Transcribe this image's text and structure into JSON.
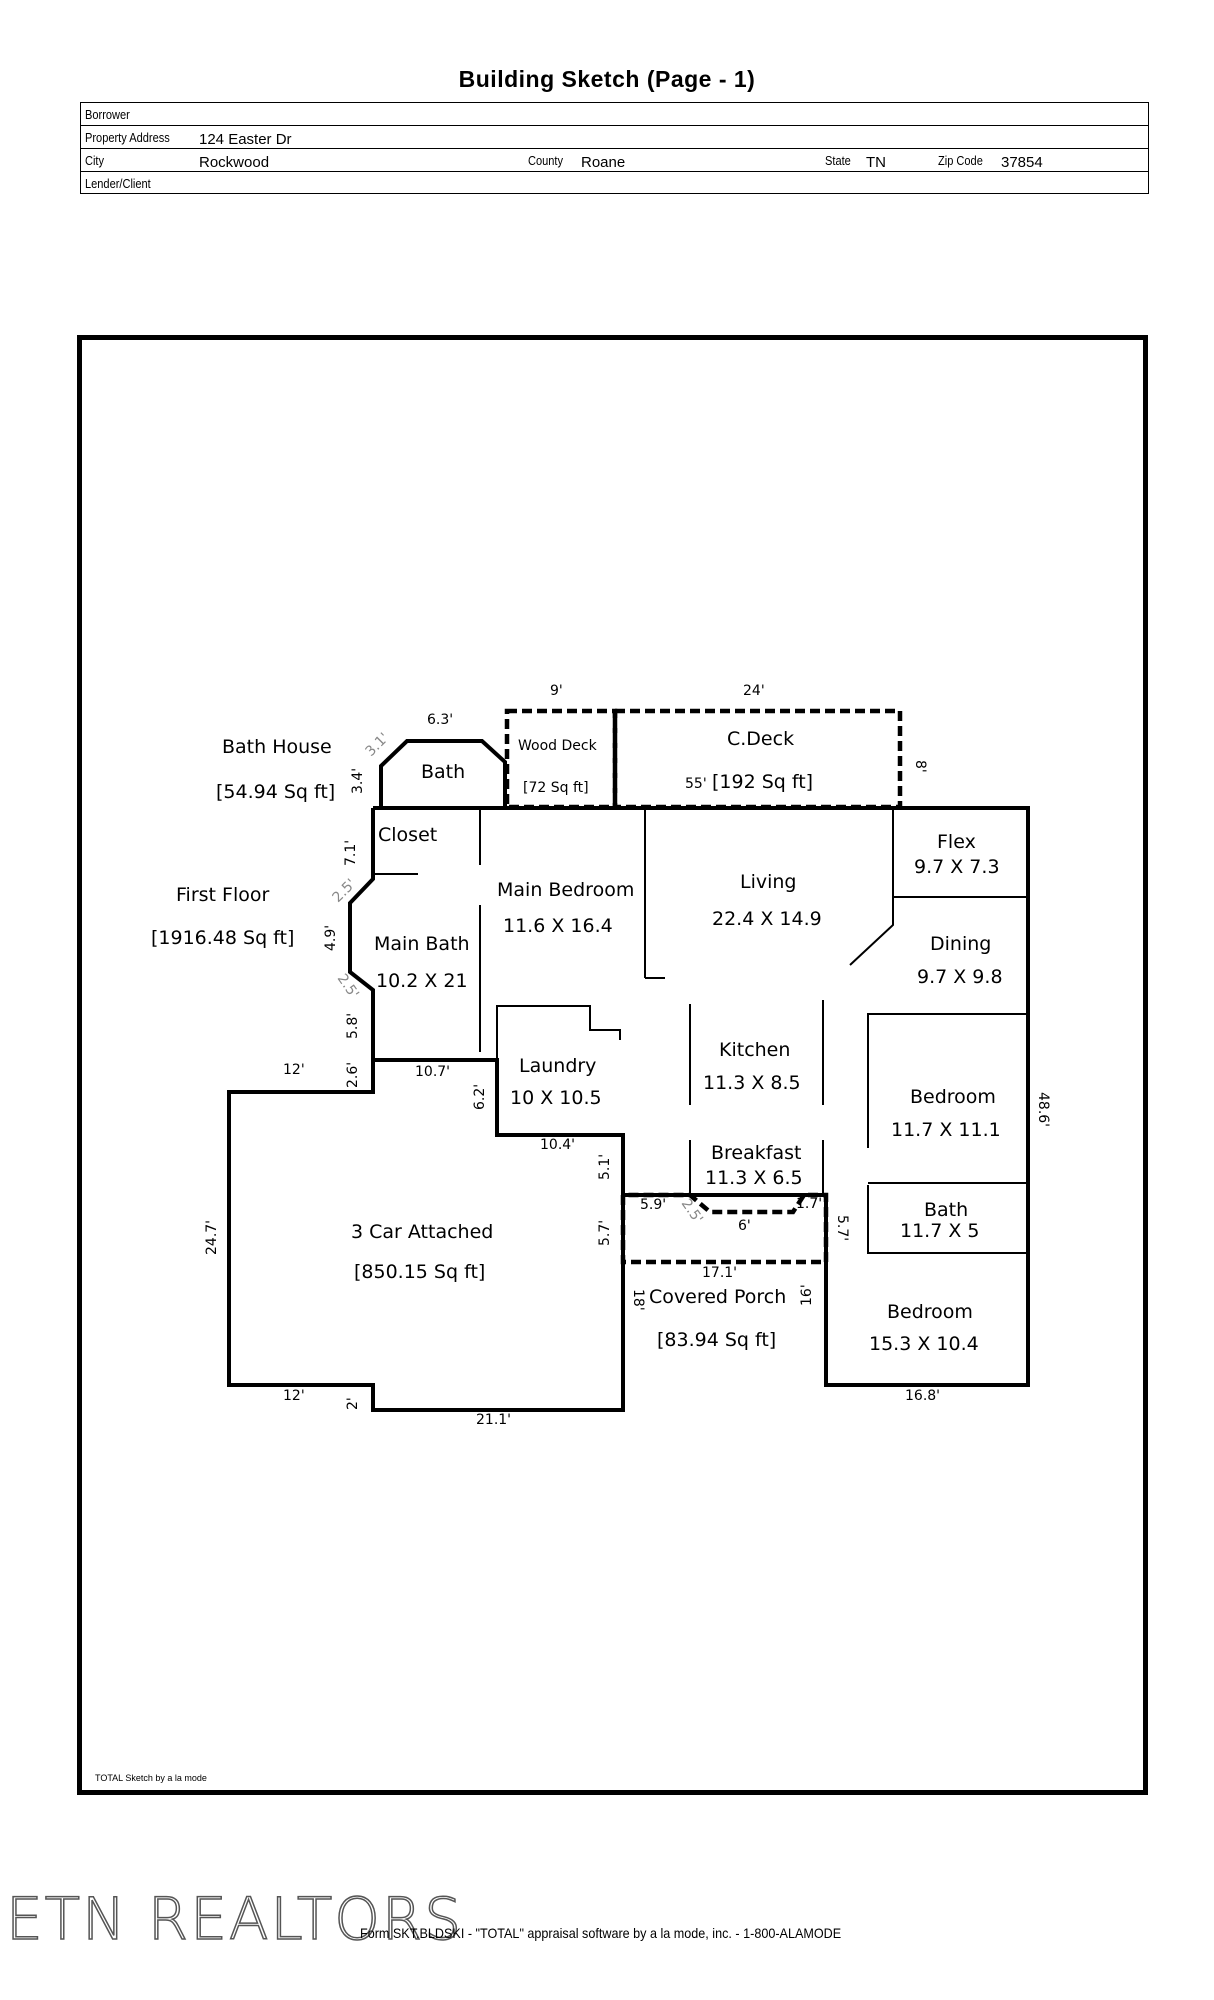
{
  "title": "Building Sketch (Page - 1)",
  "header": {
    "borrower_label": "Borrower",
    "borrower_value": "",
    "address_label": "Property Address",
    "address_value": "124 Easter Dr",
    "city_label": "City",
    "city_value": "Rockwood",
    "county_label": "County",
    "county_value": "Roane",
    "state_label": "State",
    "state_value": "TN",
    "zip_label": "Zip Code",
    "zip_value": "37854",
    "lender_label": "Lender/Client",
    "lender_value": ""
  },
  "areas": {
    "bath_house": {
      "name": "Bath House",
      "area": "[54.94 Sq ft]"
    },
    "first_floor": {
      "name": "First Floor",
      "area": "[1916.48 Sq ft]"
    },
    "garage": {
      "name": "3 Car Attached",
      "area": "[850.15 Sq ft]"
    },
    "wood_deck": {
      "name": "Wood Deck",
      "area": "[72 Sq ft]"
    },
    "c_deck": {
      "name": "C.Deck",
      "area": "[192 Sq ft]"
    },
    "covered_porch": {
      "name": "Covered Porch",
      "area": "[83.94 Sq ft]"
    }
  },
  "rooms": {
    "bath": "Bath",
    "closet": "Closet",
    "main_bedroom": {
      "name": "Main Bedroom",
      "dims": "11.6 X 16.4"
    },
    "living": {
      "name": "Living",
      "dims": "22.4 X 14.9"
    },
    "flex": {
      "name": "Flex",
      "dims": "9.7 X 7.3"
    },
    "dining": {
      "name": "Dining",
      "dims": "9.7 X 9.8"
    },
    "main_bath": {
      "name": "Main Bath",
      "dims": "10.2 X 21"
    },
    "laundry": {
      "name": "Laundry",
      "dims": "10 X 10.5"
    },
    "kitchen": {
      "name": "Kitchen",
      "dims": "11.3 X 8.5"
    },
    "bedroom_1": {
      "name": "Bedroom",
      "dims": "11.7 X 11.1"
    },
    "breakfast": {
      "name": "Breakfast",
      "dims": "11.3 X 6.5"
    },
    "bath_2": {
      "name": "Bath",
      "dims": "11.7 X 5"
    },
    "bedroom_2": {
      "name": "Bedroom",
      "dims": "15.3 X 10.4"
    }
  },
  "dimensions": {
    "d_9": "9'",
    "d_24": "24'",
    "d_6_3": "6.3'",
    "d_3_1": "3.1'",
    "d_3_4": "3.4'",
    "d_8": "8'",
    "d_55": "55'",
    "d_7_1": "7.1'",
    "d_2_5a": "2.5'",
    "d_4_9": "4.9'",
    "d_2_5b": "2.5'",
    "d_5_8": "5.8'",
    "d_2_6": "2.6'",
    "d_12a": "12'",
    "d_10_7": "10.7'",
    "d_6_2": "6.2'",
    "d_10_4": "10.4'",
    "d_5_1": "5.1'",
    "d_5_7a": "5.7'",
    "d_5_9": "5.9'",
    "d_2_5c": "2.5'",
    "d_1_7": "1.7'",
    "d_6": "6'",
    "d_5_7b": "5.7'",
    "d_17_1": "17.1'",
    "d_18": "18'",
    "d_16": "16'",
    "d_24_7": "24.7'",
    "d_48_6": "48.6'",
    "d_12b": "12'",
    "d_2": "2'",
    "d_21_1": "21.1'",
    "d_16_8": "16.8'"
  },
  "sketch_credit": "TOTAL Sketch by a la mode",
  "watermark": "ETN REALTORS",
  "footer": "Form SKT.BLDSKI - \"TOTAL\" appraisal software by a la mode, inc. - 1-800-ALAMODE"
}
